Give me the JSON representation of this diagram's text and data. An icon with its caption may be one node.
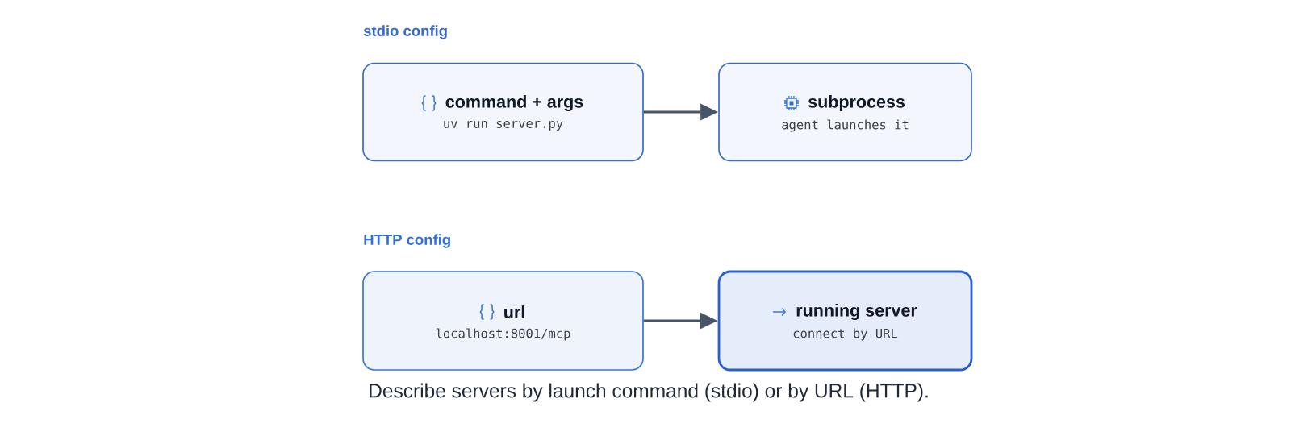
{
  "diagram": {
    "caption": "Describe servers by launch command (stdio) or by URL (HTTP).",
    "nodes": [
      {
        "text": [
          "command + args",
          "uv run server.py"
        ]
      },
      {
        "text": [
          "subprocess",
          "agent launches it"
        ]
      },
      {
        "text": [
          "url",
          "localhost:8001/mcp"
        ]
      },
      {
        "text": [
          "running server",
          "connect by URL"
        ]
      }
    ],
    "edges": [
      {
        "from": 0,
        "to": 1,
        "arrow": "to"
      },
      {
        "from": 2,
        "to": 3,
        "arrow": "to"
      }
    ],
    "labels": [
      "stdio config",
      "HTTP config"
    ]
  }
}
